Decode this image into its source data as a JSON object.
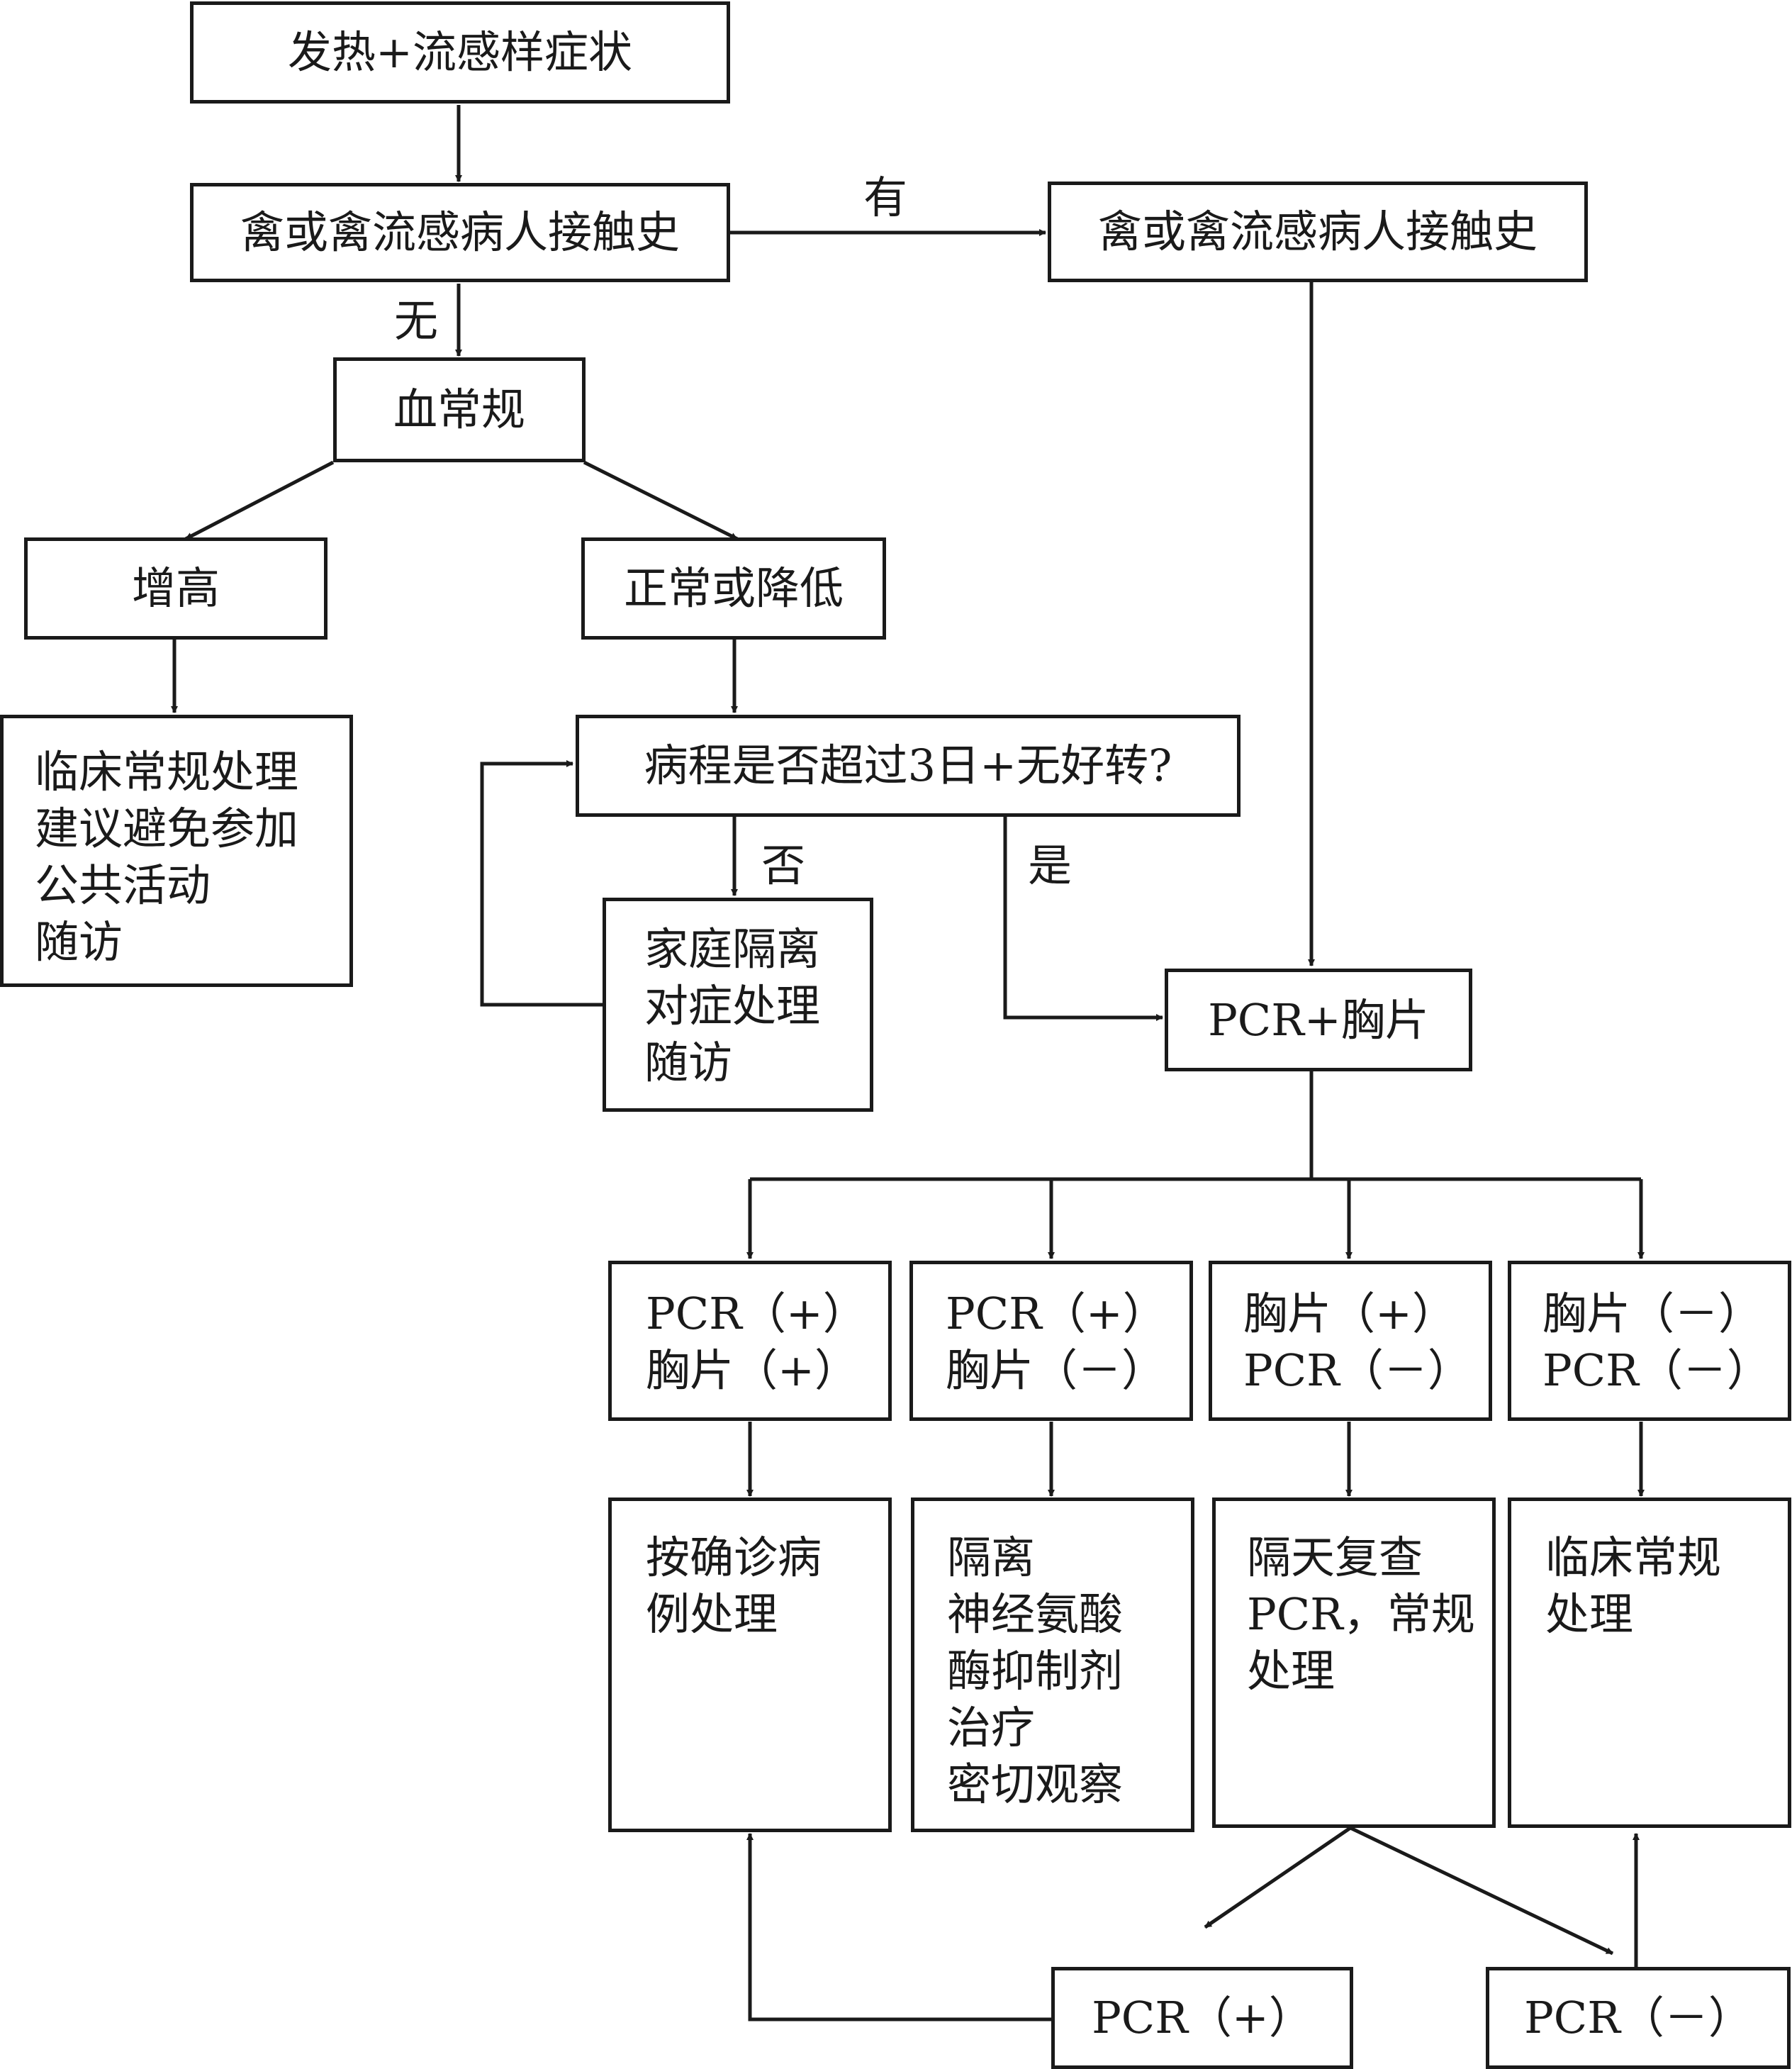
{
  "nodes": {
    "start": "发热+流感样症状",
    "contact_check": "禽或禽流感病人接触史",
    "contact_yes": "禽或禽流感病人接触史",
    "blood": "血常规",
    "high": "增高",
    "normal_low": "正常或降低",
    "clinical_left": [
      "临床常规处理",
      "建议避免参加",
      "公共活动",
      "随访"
    ],
    "course": "病程是否超过3日+无好转?",
    "home": [
      "家庭隔离",
      "对症处理",
      "随访"
    ],
    "pcr_xray": "PCR+胸片",
    "case1": [
      "PCR（+）",
      "胸片（+）"
    ],
    "case2": [
      "PCR（+）",
      "胸片（－）"
    ],
    "case3": [
      "胸片（+）",
      "PCR（－）"
    ],
    "case4": [
      "胸片（－）",
      "PCR（－）"
    ],
    "action1": [
      "按确诊病",
      "例处理"
    ],
    "action2": [
      "隔离",
      "神经氨酸",
      "酶抑制剂",
      "治疗",
      "密切观察"
    ],
    "action3": [
      "隔天复查",
      "PCR，常规",
      "处理"
    ],
    "action4": [
      "临床常规",
      "处理"
    ],
    "recheck_pos": "PCR（+）",
    "recheck_neg": "PCR（－）"
  },
  "edge_labels": {
    "yes": "有",
    "no": "无",
    "fou": "否",
    "shi": "是"
  },
  "colors": {
    "line": "#1a1a1a",
    "background": "#ffffff"
  }
}
